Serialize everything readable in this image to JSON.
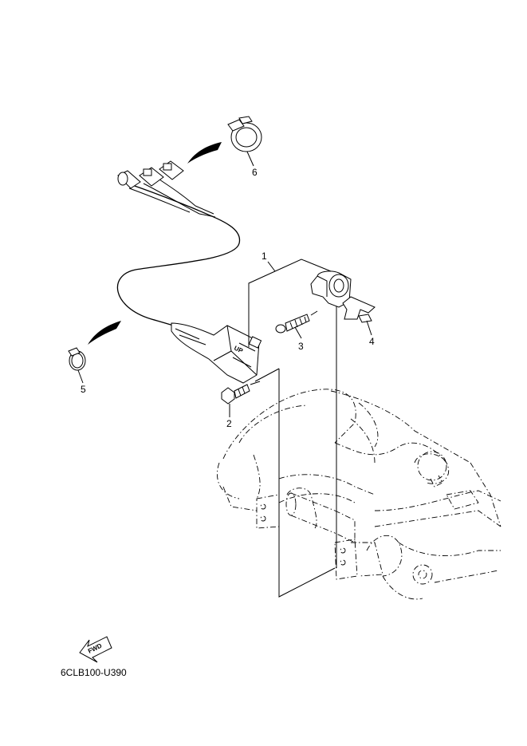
{
  "diagram": {
    "callouts": [
      "1",
      "2",
      "3",
      "4",
      "5",
      "6"
    ],
    "part_code": "6CLB100-U390",
    "fwd_label": "FWD",
    "up_label": "UP"
  }
}
